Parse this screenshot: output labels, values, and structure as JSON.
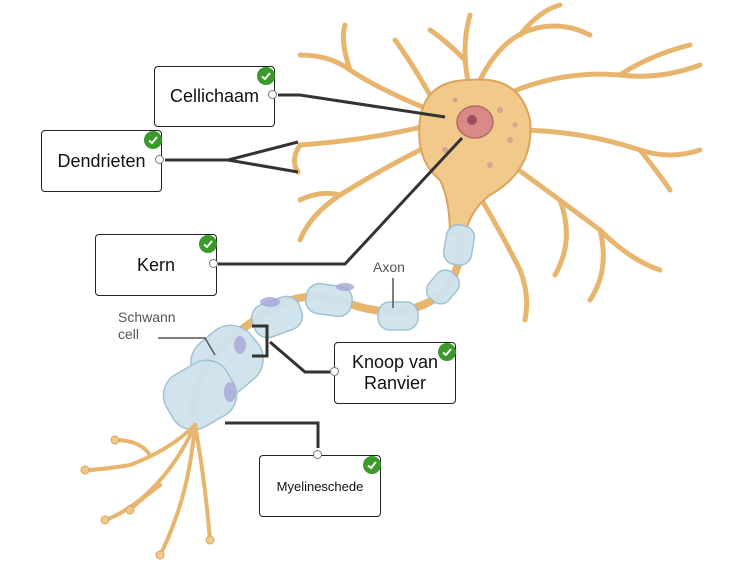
{
  "diagram": {
    "labels": {
      "cellichaam": "Cellichaam",
      "dendrieten": "Dendrieten",
      "kern": "Kern",
      "knoop": "Knoop van Ranvier",
      "myelineschede": "Myelineschede"
    },
    "image_text": {
      "axon": "Axon",
      "schwann_line1": "Schwann",
      "schwann_line2": "cell"
    },
    "status_icon": "check-icon",
    "colors": {
      "neuron_fill": "#f1c98a",
      "neuron_stroke": "#d9a55c",
      "myelin": "#cfe3ee",
      "nucleus": "#d98a86",
      "check_green": "#3a9a2a",
      "leader_line": "#333333"
    }
  }
}
